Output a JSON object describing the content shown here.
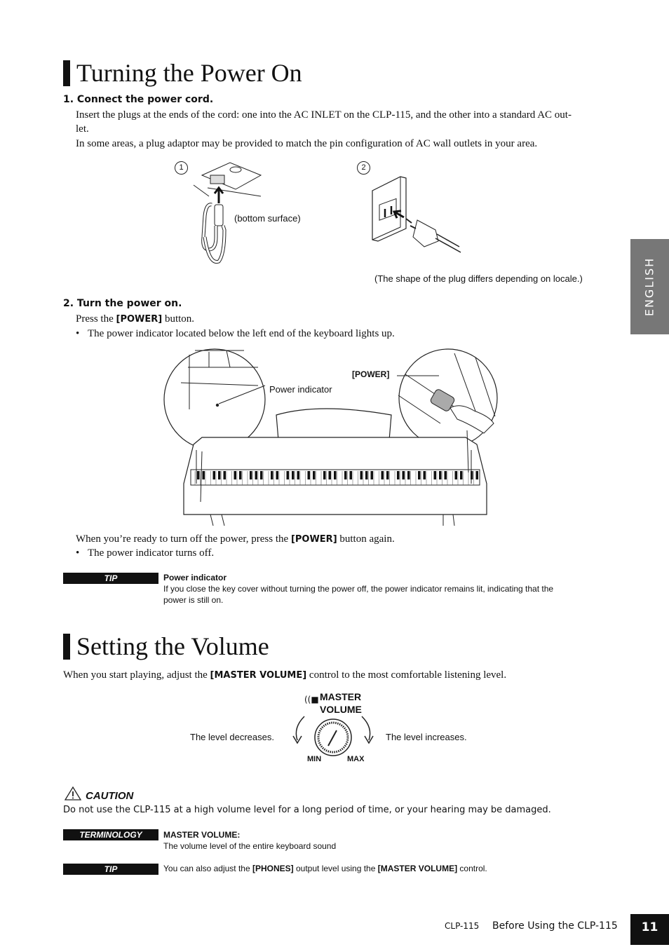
{
  "section1": {
    "title": "Turning the Power On",
    "step1": {
      "heading": "1. Connect the power cord.",
      "line1": "Insert the plugs at the ends of the cord: one into the AC INLET on the CLP-115, and the other into a standard AC out-",
      "line2": "let.",
      "line3": "In some areas, a plug adaptor may be provided to match the pin configuration of AC wall outlets in your area."
    },
    "figure1": {
      "marker1": "1",
      "marker2": "2",
      "bottom_surface": "(bottom surface)",
      "plug_note": "(The shape of the plug differs depending on locale.)"
    },
    "step2": {
      "heading": "2. Turn the power on.",
      "press_prefix": "Press the ",
      "press_button": "[POWER]",
      "press_suffix": " button.",
      "bullet": "The power indicator located below the left end of the keyboard lights up."
    },
    "figure2": {
      "power_indicator_label": "Power indicator",
      "power_label": "[POWER]"
    },
    "off": {
      "prefix": "When you’re ready to turn off the power, press the ",
      "button": "[POWER]",
      "suffix": " button again.",
      "bullet": "The power indicator turns off."
    },
    "tip": {
      "tag": "TIP",
      "title": "Power indicator",
      "line1": "If you close the key cover without turning the power off, the power indicator remains lit, indicating that the",
      "line2": "power is still on."
    }
  },
  "section2": {
    "title": "Setting the Volume",
    "intro_prefix": "When you start playing, adjust the ",
    "intro_control": "[MASTER VOLUME]",
    "intro_suffix": " control to the most comfortable listening level.",
    "knob": {
      "label_line1": "MASTER",
      "label_line2": "VOLUME",
      "decreases": "The level decreases.",
      "increases": "The level increases.",
      "min": "MIN",
      "max": "MAX"
    },
    "caution": {
      "title": "CAUTION",
      "text": "Do not use the CLP-115 at a high volume level for a long period of time, or your hearing may be damaged."
    },
    "terminology": {
      "tag": "TERMINOLOGY",
      "title": "MASTER VOLUME:",
      "text": "The volume level of the entire keyboard sound"
    },
    "tip2": {
      "tag": "TIP",
      "prefix": "You can also adjust the ",
      "phones": "[PHONES]",
      "middle": " output level using the ",
      "control": "[MASTER VOLUME]",
      "suffix": " control."
    }
  },
  "side_tab": "ENGLISH",
  "footer": {
    "model": "CLP-115",
    "section": "Before Using the CLP-115",
    "page": "11"
  }
}
